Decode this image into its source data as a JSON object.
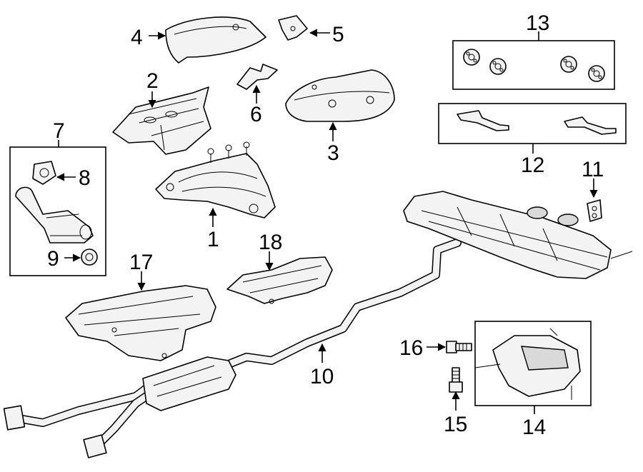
{
  "callouts": {
    "c1": "1",
    "c2": "2",
    "c3": "3",
    "c4": "4",
    "c5": "5",
    "c6": "6",
    "c7": "7",
    "c8": "8",
    "c9": "9",
    "c10": "10",
    "c11": "11",
    "c12": "12",
    "c13": "13",
    "c14": "14",
    "c15": "15",
    "c16": "16",
    "c17": "17",
    "c18": "18"
  },
  "colors": {
    "line": "#000000",
    "part_fill": "#f3f3f3",
    "background": "#ffffff"
  }
}
